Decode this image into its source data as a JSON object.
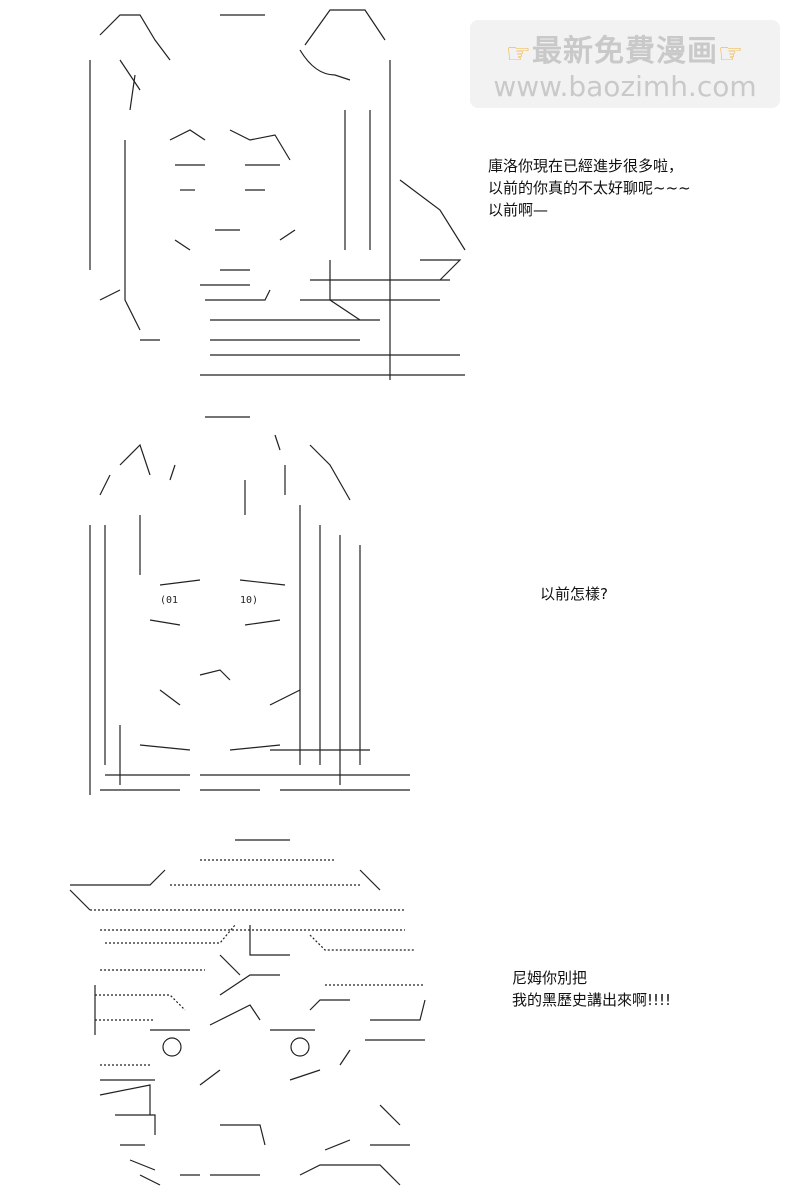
{
  "watermark": {
    "line1": "最新免費漫画",
    "line2": "www.baozimh.com",
    "icon": "pointing-hand-icon"
  },
  "panels": [
    {
      "caption_lines": [
        "庫洛你現在已經進步很多啦，",
        "以前的你真的不太好聊呢~~~",
        "以前啊—"
      ]
    },
    {
      "caption_lines": [
        "以前怎樣?"
      ]
    },
    {
      "caption_lines": [
        "尼姆你別把",
        "我的黑歷史講出來啊!!!!"
      ]
    }
  ]
}
